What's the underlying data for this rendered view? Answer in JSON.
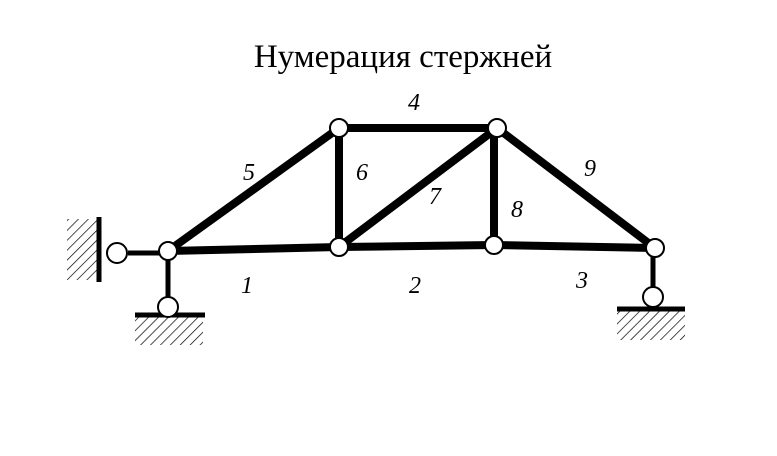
{
  "title": "Нумерация стержней",
  "members": [
    {
      "id": "1",
      "label": "1"
    },
    {
      "id": "2",
      "label": "2"
    },
    {
      "id": "3",
      "label": "3"
    },
    {
      "id": "4",
      "label": "4"
    },
    {
      "id": "5",
      "label": "5"
    },
    {
      "id": "6",
      "label": "6"
    },
    {
      "id": "7",
      "label": "7"
    },
    {
      "id": "8",
      "label": "8"
    },
    {
      "id": "9",
      "label": "9"
    }
  ]
}
